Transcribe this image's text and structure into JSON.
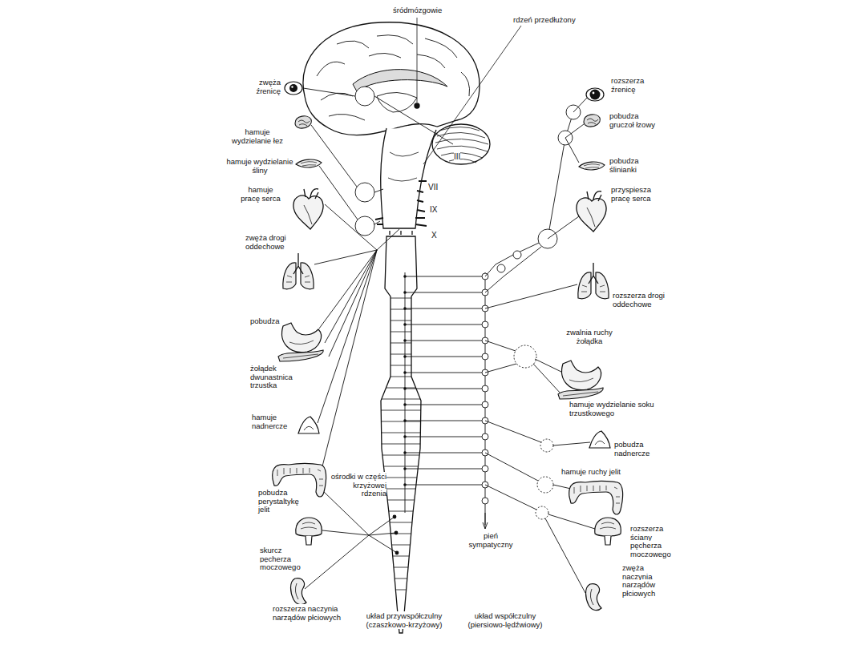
{
  "diagram": {
    "labels": [
      "śródmózgowie",
      "rdzeń przedłużony",
      "zwęża źrenicę",
      "hamuje wydzielanie łez",
      "hamuje wydzielanie śliny",
      "hamuje pracę serca",
      "III",
      "VII",
      "IX",
      "X",
      "zwęża drogi oddechowe",
      "pobudza",
      "żołądek dwunastnica trzustka",
      "hamuje nadnercze",
      "pobudza perystaltykę jelit",
      "skurcz pęcherza moczowego",
      "rozszerza naczynia narządów płciowych",
      "rozszerza źrenicę",
      "pobudza gruczoł łzowy",
      "pobudza ślinianki",
      "przyspiesza pracę serca",
      "rozszerza drogi oddechowe",
      "zwalnia ruchy żołądka",
      "hamuje wydzielanie soku trzustkowego",
      "pobudza nadnercze",
      "hamuje ruchy jelit",
      "rozszerza ściany pęcherza moczowego",
      "zwęża naczynia narządów płciowych",
      "ośrodki w części krzyżowej rdzenia",
      "pień sympatyczny",
      "układ przywspółczulny (czaszkowo-krzyżowy)",
      "układ współczulny (piersiowo-lędźwiowy)"
    ]
  }
}
